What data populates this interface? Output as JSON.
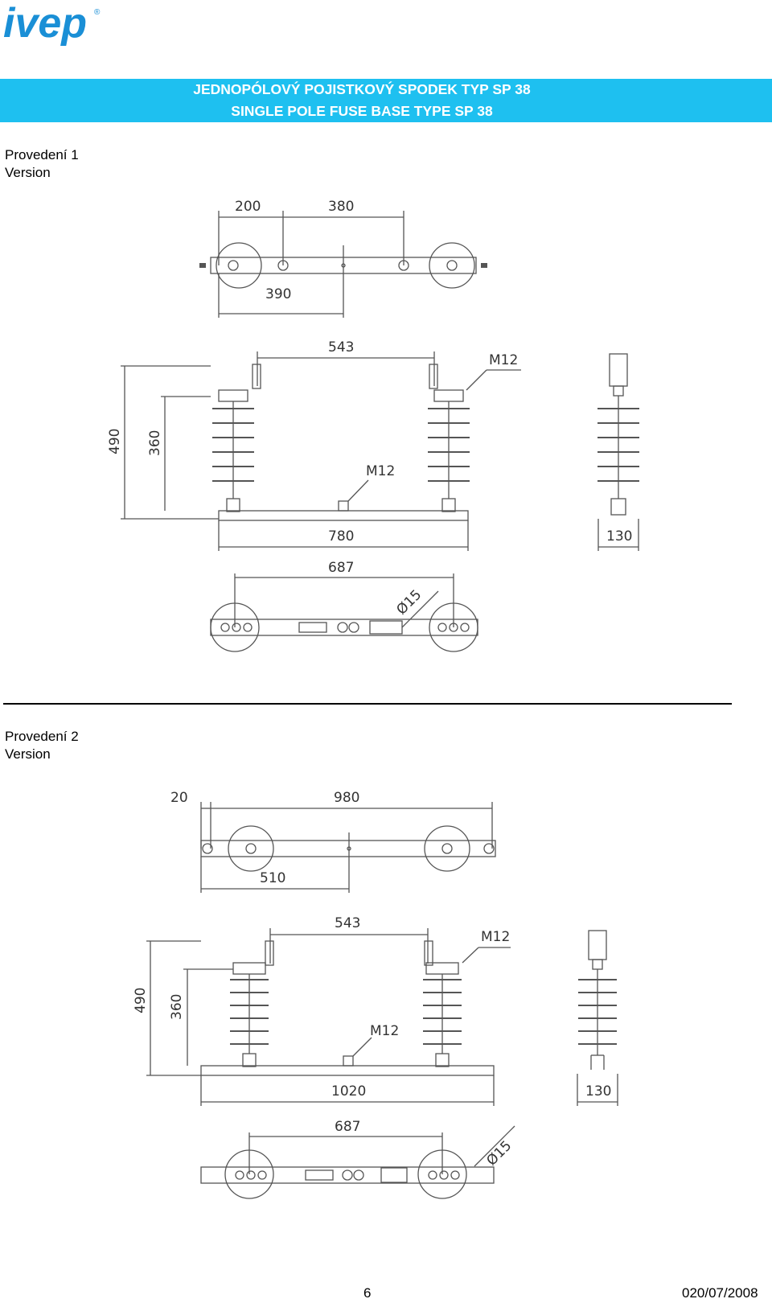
{
  "logo": {
    "text": "ivep",
    "mark": "®",
    "color": "#1a8fd6"
  },
  "banner": {
    "color": "#1ec0f0",
    "title_cz": "JEDNOPÓLOVÝ POJISTKOVÝ SPODEK TYP SP 38",
    "title_en": "SINGLE POLE FUSE BASE TYPE SP 38"
  },
  "section1": {
    "label_cz": "Provedení 1",
    "label_en": "Version",
    "dims": {
      "top_a": "200",
      "top_b": "380",
      "top_c": "390",
      "span": "543",
      "m12_top": "M12",
      "h_total": "490",
      "h_ins": "360",
      "m12_base": "M12",
      "base_len": "780",
      "side_w": "130",
      "bottom_span": "687",
      "hole": "Ø15"
    }
  },
  "section2": {
    "label_cz": "Provedení 2",
    "label_en": "Version",
    "dims": {
      "top_a": "20",
      "top_b": "980",
      "top_c": "510",
      "span": "543",
      "m12_top": "M12",
      "h_total": "490",
      "h_ins": "360",
      "m12_base": "M12",
      "base_len": "1020",
      "side_w": "130",
      "bottom_span": "687",
      "hole": "Ø15"
    }
  },
  "footer": {
    "page": "6",
    "date": "020/07/2008"
  }
}
